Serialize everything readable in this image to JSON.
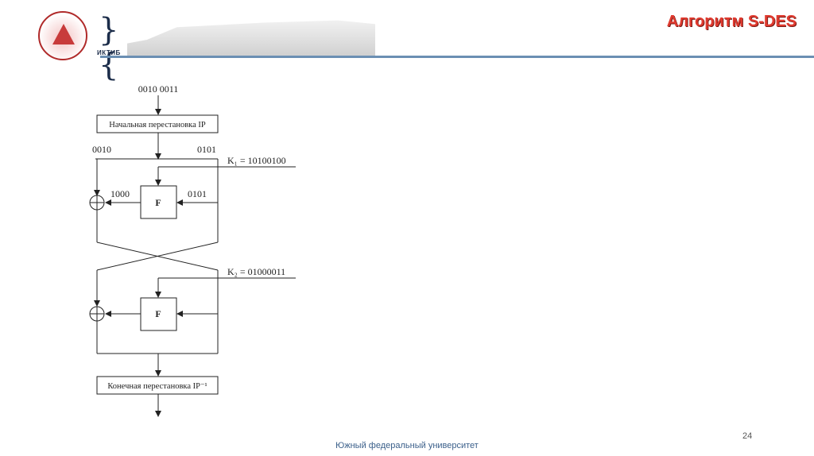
{
  "header": {
    "title": "Алгоритм S-DES",
    "logo_caption": "ИКТИБ",
    "logo_mark": "}{"
  },
  "diagram": {
    "input": "0010 0011",
    "initial_permutation": "Начальная перестановка IP",
    "left_half": "0010",
    "right_half": "0101",
    "k1": "K₁ = 10100100",
    "k2": "K₂ = 01000011",
    "f_label": "F",
    "f1_output": "1000",
    "f1_input": "0101",
    "final_permutation": "Конечная перестановка IP⁻¹"
  },
  "footer": {
    "university": "Южный федеральный университет",
    "page_number": "24"
  }
}
